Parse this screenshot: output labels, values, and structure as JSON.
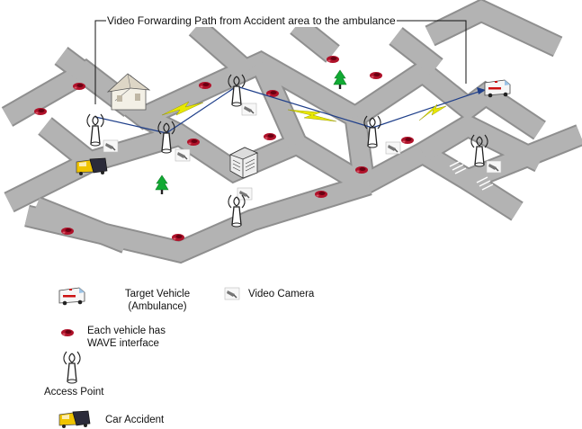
{
  "title": "Video Forwarding Path from Accident area to the ambulance",
  "legend": {
    "target_vehicle_line1": "Target Vehicle",
    "target_vehicle_line2": "(Ambulance)",
    "video_camera": "Video Camera",
    "vehicle_line1": "Each vehicle has",
    "vehicle_line2": "WAVE interface",
    "access_point": "Access Point",
    "car_accident": "Car Accident"
  },
  "colors": {
    "road": "#b3b3b3",
    "road_edge": "#8f8f8f",
    "path_line": "#1f3f8a",
    "wireless": "#e8e800",
    "tree": "#11aa33",
    "car": "#b0122a",
    "ambulance_stripe": "#cc1111"
  },
  "icons": [
    "ambulance-icon",
    "car-icon",
    "access-point-icon",
    "video-camera-icon",
    "car-accident-icon",
    "house-icon",
    "building-icon",
    "tree-icon"
  ]
}
